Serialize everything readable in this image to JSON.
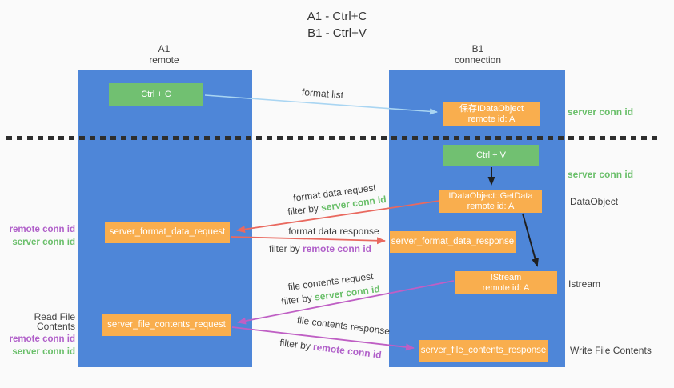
{
  "title": {
    "line1": "A1 - Ctrl+C",
    "line2": "B1 - Ctrl+V"
  },
  "lifelines": {
    "a1": {
      "name": "A1",
      "role": "remote"
    },
    "b1": {
      "name": "B1",
      "role": "connection"
    }
  },
  "boxes": {
    "ctrl_c": {
      "label": "Ctrl + C"
    },
    "ctrl_v": {
      "label": "Ctrl + V"
    },
    "save_dataobject": {
      "line1": "保存IDataObject",
      "line2": "remote id: A"
    },
    "getdata": {
      "line1": "IDataObject::GetData",
      "line2": "remote id: A"
    },
    "istream": {
      "line1": "IStream",
      "line2": "remote id: A"
    },
    "server_format_data_request": {
      "label": "server_format_data_request"
    },
    "server_format_data_response": {
      "label": "server_format_data_response"
    },
    "server_file_contents_request": {
      "label": "server_file_contents_request"
    },
    "server_file_contents_response": {
      "label": "server_file_contents_response"
    }
  },
  "arrow_labels": {
    "format_list": "format list",
    "format_data_request": "format data request",
    "format_data_response": "format data response",
    "file_contents_request": "file contents request",
    "file_contents_response": "file contents response",
    "filter_by": "filter by ",
    "server_conn_id": "server conn id",
    "remote_conn_id": "remote conn id"
  },
  "side_labels": {
    "left_format": {
      "line1": "remote conn id",
      "line2": "server conn id"
    },
    "left_file": {
      "title": "Read File Contents",
      "line1": "remote conn id",
      "line2": "server conn id"
    },
    "right_save": "server conn id",
    "right_ctrlv": "server conn id",
    "right_dataobject": "DataObject",
    "right_istream": "Istream",
    "right_write": "Write File Contents"
  },
  "colors": {
    "column_blue": "#4e86d8",
    "box_green": "#71c071",
    "box_orange": "#f9ae4e",
    "arrow_lightblue": "#a9d5f2",
    "arrow_red": "#e9695f",
    "arrow_magenta": "#bf5fc4",
    "arrow_black": "#1f1f1f",
    "text_green": "#6abf6a",
    "text_purple": "#b05fc9",
    "text_dark": "#3f3f3f",
    "background": "#fafafa"
  }
}
